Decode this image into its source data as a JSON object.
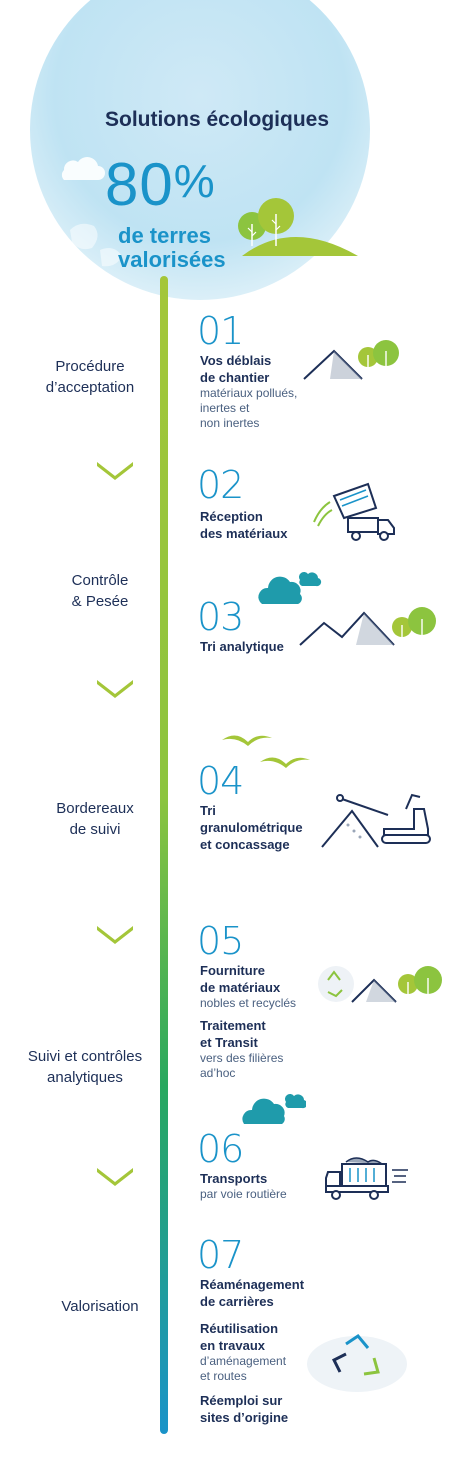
{
  "header": {
    "title": "Solutions écologiques",
    "big_value": "80",
    "big_unit": "%",
    "subtitle_line1": "de terres",
    "subtitle_line2": "valorisées"
  },
  "side_labels": {
    "acceptation_1": "Procédure",
    "acceptation_2": "d’acceptation",
    "controle_1": "Contrôle",
    "controle_2": "& Pesée",
    "bordereaux_1": "Bordereaux",
    "bordereaux_2": "de suivi",
    "suivi_1": "Suivi et contrôles",
    "suivi_2": "analytiques",
    "valorisation": "Valorisation"
  },
  "steps": {
    "s1": {
      "num": "01",
      "title1": "Vos déblais",
      "title2": "de chantier",
      "sub1": "matériaux pollués,",
      "sub2": "inertes et",
      "sub3": "non inertes"
    },
    "s2": {
      "num": "02",
      "title1": "Réception",
      "title2": "des matériaux"
    },
    "s3": {
      "num": "03",
      "title1": "Tri analytique"
    },
    "s4": {
      "num": "04",
      "title1": "Tri",
      "title2": "granulométrique",
      "title3": "et concassage"
    },
    "s5": {
      "num": "05",
      "title1": "Fourniture",
      "title2": "de matériaux",
      "sub1": "nobles et recyclés",
      "title3": "Traitement",
      "title4": "et Transit",
      "sub2": "vers des filières",
      "sub3": "ad’hoc"
    },
    "s6": {
      "num": "06",
      "title1": "Transports",
      "sub1": "par voie routière"
    },
    "s7": {
      "num": "07",
      "title1": "Réaménagement",
      "title2": "de carrières",
      "title3": "Réutilisation",
      "title4": "en travaux",
      "sub1": "d’aménagement",
      "sub2": "et routes",
      "title5": "Réemploi sur",
      "title6": "sites d’origine"
    }
  },
  "colors": {
    "navy": "#1d2f57",
    "blue": "#1a93c9",
    "green": "#8cc43f",
    "teal": "#1f9bab"
  }
}
